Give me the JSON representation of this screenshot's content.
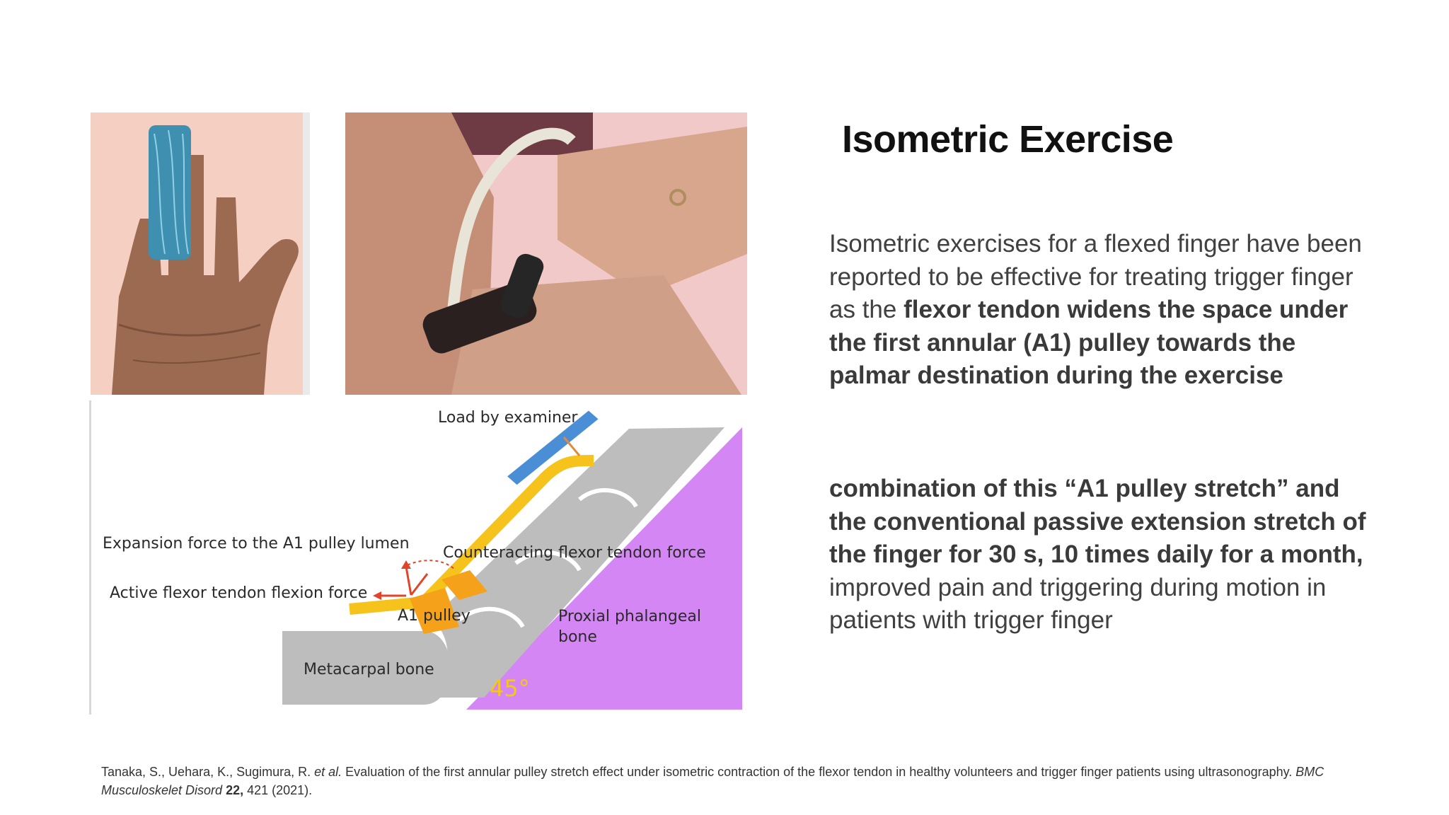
{
  "slide": {
    "title": "Isometric Exercise",
    "para1": {
      "regular": "Isometric exercises for a flexed finger have been reported to be effective for treating trigger finger as the ",
      "bold": "flexor tendon widens the space under the first annular (A1) pulley towards the palmar destination during the exercise"
    },
    "para2": {
      "bold": "combination of this “A1 pulley stretch” and the conventional passive extension stretch of the finger for 30 s, 10 times daily for a month,",
      "regular": " improved pain and triggering during motion in patients with trigger finger"
    },
    "citation": {
      "authors": "Tanaka, S., Uehara, K., Sugimura, R. ",
      "etal": "et al.",
      "title": " Evaluation of the first annular pulley stretch effect under isometric contraction of the flexor tendon in healthy volunteers and trigger finger patients using ultrasonography. ",
      "journal": "BMC Musculoskelet Disord",
      "volume_sep": " ",
      "volume": "22,",
      "pages": " 421 (2021)."
    }
  },
  "diagram": {
    "load": "Load by examiner",
    "expansion": "Expansion force  to the A1 pulley lumen",
    "counteracting": "Counteracting  flexor tendon force",
    "active": "Active flexor tendon flexion force",
    "a1": "A1 pulley",
    "proximal_1": "Proxial phalangeal",
    "proximal_2": "bone",
    "metacarpal": "Metacarpal bone",
    "angle": "45°"
  },
  "colors": {
    "tendon": "#f6c21c",
    "pulley": "#f5a21a",
    "bone": "#bdbdbd",
    "wedge": "#d486f4",
    "load_bar": "#4a8fd6",
    "arrow": "#e0452c"
  }
}
